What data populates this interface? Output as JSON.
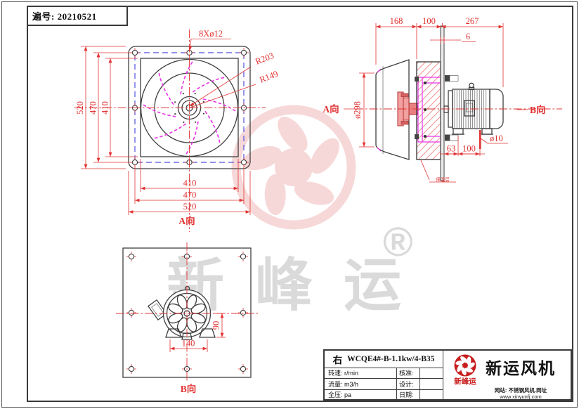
{
  "doc_number": {
    "label": "遍号: 20210521"
  },
  "front_view": {
    "note_holes": "8Xø12",
    "radius_outer": "R203",
    "radius_inner": "R149",
    "dims_left": [
      "520",
      "470",
      "410"
    ],
    "dims_bottom": [
      "410",
      "470",
      "520"
    ],
    "view_label": "A向"
  },
  "side_view": {
    "dims_top": [
      "168",
      "100",
      "267"
    ],
    "dim_plate_thickness": "6",
    "dim_inlet_diameter": "ø298",
    "view_label_left": "A向",
    "view_label_right": "B向",
    "dim_foot_bolt": "ø10",
    "dims_feet": [
      "63",
      "100"
    ],
    "note": "保温层"
  },
  "bottom_view": {
    "dim_width": "140",
    "dim_height": "90",
    "view_label": "B向"
  },
  "watermark": {
    "registered": "®",
    "brand": "新峰运"
  },
  "title_block": {
    "orientation": "右",
    "model": "WCQE4#-B-1.1kw/4-B35",
    "rows": [
      {
        "param": "转速: r/min",
        "sign": "核准:"
      },
      {
        "param": "流量: m3/h",
        "sign": "设计:"
      },
      {
        "param": "全压: pa",
        "sign": "日期:"
      }
    ],
    "brand_small": "新峰运",
    "company": "新运风机",
    "website_line1": "网站: 不锈钢风机.网址",
    "website_line2": "www.xinyunfj.com"
  },
  "colors": {
    "dimension_red": "#e23333",
    "blade_magenta": "#e832e8",
    "bolt_line_blue": "#5252e0",
    "brand_red": "#c81e1e",
    "watermark_pink": "#f7d8d8"
  }
}
